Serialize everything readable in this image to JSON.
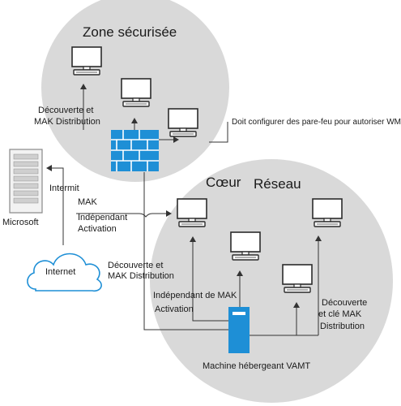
{
  "zones": {
    "secure": {
      "title": "Zone sécurisée"
    },
    "core": {
      "title_part1": "Cœur",
      "title_part2": "Réseau"
    }
  },
  "labels": {
    "discovery_top_1": "Découverte et",
    "discovery_top_2": "MAK Distribution",
    "firewall_note": "Doit configurer des pare-feu pour autoriser WMI.",
    "intermit": "Intermit",
    "microsoft": "Microsoft",
    "mak_1": "MAK",
    "mak_2": "Indépendant",
    "mak_3": "Activation",
    "internet": "Internet",
    "discovery_mid_1": "Découverte et",
    "discovery_mid_2": "MAK Distribution",
    "indep_1": "Indépendant de MAK",
    "indep_2": "Activation",
    "right_1": "Découverte",
    "right_2": "et clé MAK",
    "right_3": "Distribution",
    "vamt_host": "Machine hébergeant VAMT"
  },
  "colors": {
    "zone_fill": "#d9d9d9",
    "accent_blue": "#1e8fd6",
    "line": "#333333",
    "monitor_edge": "#2b2b2b"
  },
  "icons": [
    "desktop-computer-icon",
    "firewall-icon",
    "server-rack-icon",
    "cloud-icon",
    "vamt-server-icon"
  ]
}
